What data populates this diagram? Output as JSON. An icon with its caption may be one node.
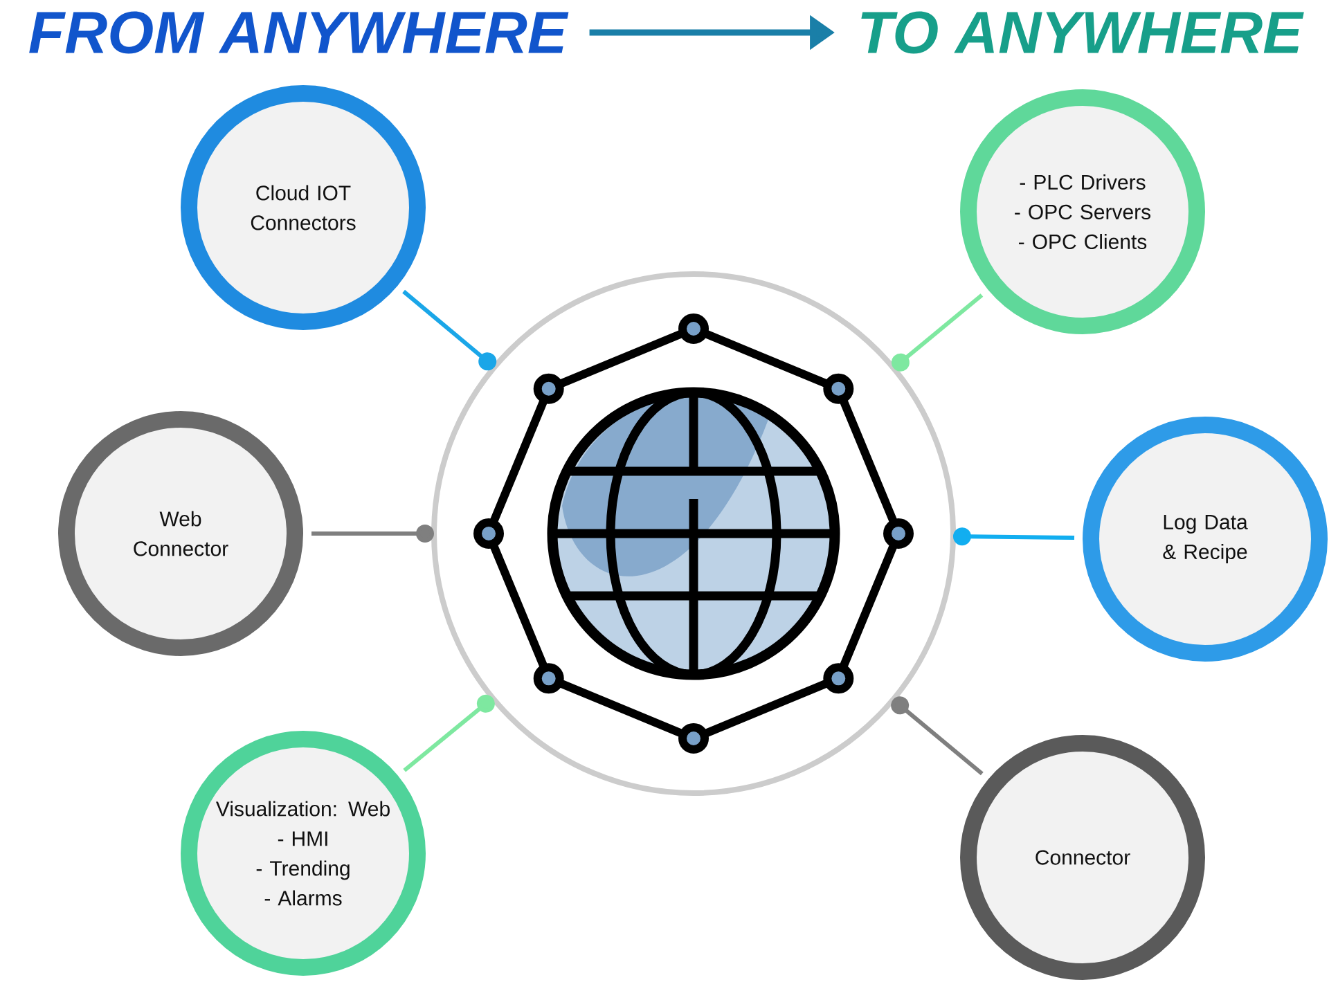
{
  "diagram": {
    "nodes": [
      {
        "text": [
          "FROM ANYWHERE"
        ]
      },
      {
        "text": [
          "TO ANYWHERE"
        ]
      },
      {
        "text": [],
        "shape": "circle"
      },
      {
        "text": [
          "Cloud IOT Connectors"
        ]
      },
      {
        "text": [
          "- PLC Drivers",
          "- OPC Servers",
          "- OPC Clients"
        ]
      },
      {
        "text": [
          "Web Connector"
        ]
      },
      {
        "text": [
          "Log Data & Recipe"
        ]
      },
      {
        "text": [
          "Visualization: Web",
          "- HMI",
          "- Trending",
          "- Alarms"
        ]
      },
      {
        "text": [
          "Connector"
        ]
      }
    ],
    "edges": [
      {
        "from": 0,
        "to": 1,
        "arrow": "to",
        "color": "#1a7fa8"
      },
      {
        "from": 3,
        "to": 2,
        "arrow": "other",
        "color": "#1aa6e8"
      },
      {
        "from": 4,
        "to": 2,
        "arrow": "other",
        "color": "#7ee8a0"
      },
      {
        "from": 5,
        "to": 2,
        "arrow": "other",
        "color": "#7f7f7f"
      },
      {
        "from": 6,
        "to": 2,
        "arrow": "other",
        "color": "#12aef0"
      },
      {
        "from": 7,
        "to": 2,
        "arrow": "other",
        "color": "#7ee8a0"
      },
      {
        "from": 8,
        "to": 2,
        "arrow": "other",
        "color": "#7f7f7f"
      }
    ]
  }
}
